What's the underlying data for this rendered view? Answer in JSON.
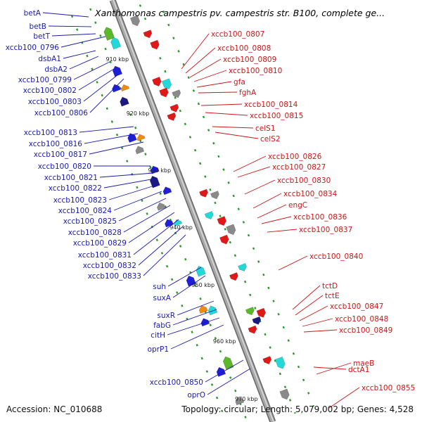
{
  "title": "Xanthomonas campestris pv. campestris str. B100, complete ge...",
  "footer": {
    "accession": "Accession: NC_010688",
    "summary": "Topology: circular; Length: 5,079,002 bp; Genes: 4,528"
  },
  "scale_labels": [
    "910 kbp",
    "920 kbp",
    "930 kbp",
    "940 kbp",
    "950 kbp",
    "960 kbp",
    "970 kbp"
  ],
  "left_genes": [
    "betA",
    "betB",
    "betT",
    "xccb100_0796",
    "dsbA1",
    "dsbA2",
    "xccb100_0799",
    "xccb100_0802",
    "xccb100_0803",
    "xccb100_0806",
    "xccb100_0813",
    "xccb100_0816",
    "xccb100_0817",
    "xccb100_0820",
    "xccb100_0821",
    "xccb100_0822",
    "xccb100_0823",
    "xccb100_0824",
    "xccb100_0825",
    "xccb100_0828",
    "xccb100_0829",
    "xccb100_0831",
    "xccb100_0832",
    "xccb100_0833",
    "suh",
    "suxA",
    "suxR",
    "fabG",
    "citH",
    "oprP1",
    "xccb100_0850",
    "oprO"
  ],
  "right_genes": [
    "xccb100_0807",
    "xccb100_0808",
    "xccb100_0809",
    "xccb100_0810",
    "gfa",
    "fghA",
    "xccb100_0814",
    "xccb100_0815",
    "celS1",
    "celS2",
    "xccb100_0826",
    "xccb100_0827",
    "xccb100_0830",
    "xccb100_0834",
    "engC",
    "xccb100_0836",
    "xccb100_0837",
    "xccb100_0840",
    "tctD",
    "tctE",
    "xccb100_0847",
    "xccb100_0848",
    "xccb100_0849",
    "dctA1",
    "maeB",
    "xccb100_0855"
  ],
  "colors": {
    "backbone": "#a8a8a8",
    "left_label": "#1a1ab0",
    "right_label": "#d01515",
    "gene_blue": "#1f1fd6",
    "gene_red": "#e01818",
    "gene_cyan": "#22d8d8",
    "gene_green": "#5ab82a",
    "gene_orange": "#f08a10",
    "gene_gray": "#8a8a8a",
    "gene_navy": "#1a1a80",
    "tick_green": "#2e9a2e"
  }
}
